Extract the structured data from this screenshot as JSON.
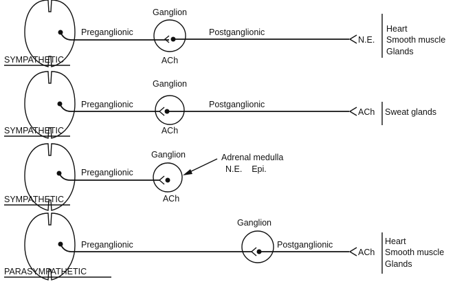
{
  "rows": [
    {
      "division_label": "SYMPATHETIC",
      "preganglionic_label": "Preganglionic",
      "ganglion_label": "Ganglion",
      "ganglion_transmitter": "ACh",
      "postganglionic_label": "Postganglionic",
      "effector_transmitter": "N.E.",
      "targets": [
        "Heart",
        "Smooth muscle",
        "Glands"
      ]
    },
    {
      "division_label": "SYMPATHETIC",
      "preganglionic_label": "Preganglionic",
      "ganglion_label": "Ganglion",
      "ganglion_transmitter": "ACh",
      "postganglionic_label": "Postganglionic",
      "effector_transmitter": "ACh",
      "targets": [
        "Sweat glands"
      ]
    },
    {
      "division_label": "SYMPATHETIC",
      "preganglionic_label": "Preganglionic",
      "ganglion_label": "Ganglion",
      "ganglion_transmitter": "ACh",
      "adrenal_label": "Adrenal medulla",
      "adrenal_secretions": "N.E.    Epi."
    },
    {
      "division_label": "PARASYMPATHETIC",
      "preganglionic_label": "Preganglionic",
      "ganglion_label": "Ganglion",
      "postganglionic_label": "Postganglionic",
      "effector_transmitter": "ACh",
      "targets": [
        "Heart",
        "Smooth muscle",
        "Glands"
      ]
    }
  ]
}
